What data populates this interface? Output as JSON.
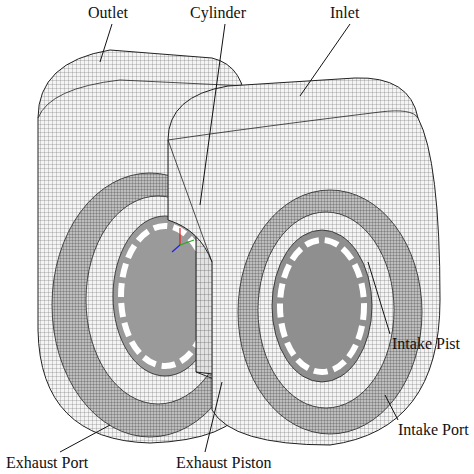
{
  "diagram": {
    "labels": [
      "Outlet",
      "Cylinder",
      "Inlet",
      "Intake Pist",
      "Intake Port",
      "Exhaust Port",
      "Exhaust Piston"
    ]
  }
}
